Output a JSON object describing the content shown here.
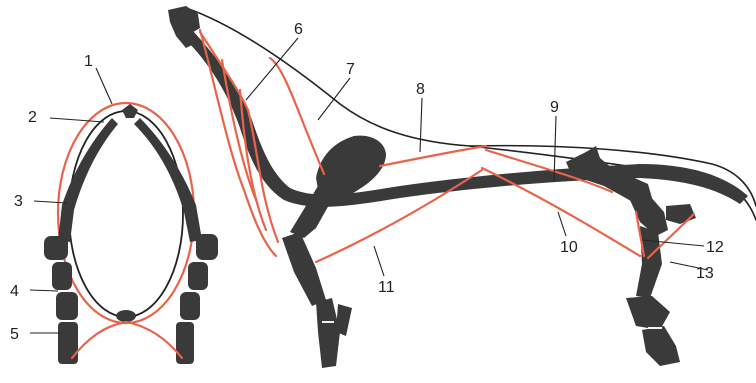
{
  "labels": {
    "l1": "1",
    "l2": "2",
    "l3": "3",
    "l4": "4",
    "l5": "5",
    "l6": "6",
    "l7": "7",
    "l8": "8",
    "l9": "9",
    "l10": "10",
    "l11": "11",
    "l12": "12",
    "l13": "13"
  },
  "colors": {
    "muscle_line": "#e8634a",
    "skeleton": "#3a3a3a",
    "outline": "#222222",
    "background": "#ffffff"
  }
}
